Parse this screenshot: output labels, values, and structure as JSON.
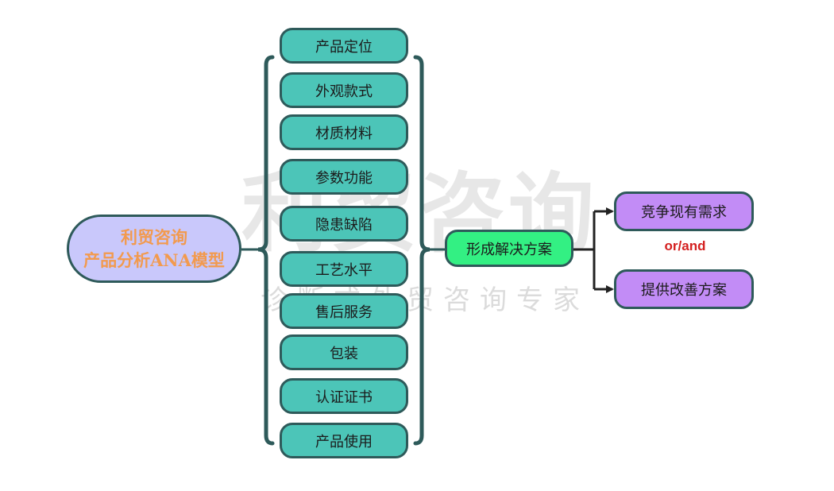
{
  "watermark": {
    "main": "利贸咨询",
    "sub": "诊断式外贸咨询专家"
  },
  "root": {
    "line1": "利贸咨询",
    "line2": "产品分析ANA模型"
  },
  "items": [
    "产品定位",
    "外观款式",
    "材质材料",
    "参数功能",
    "隐患缺陷",
    "工艺水平",
    "售后服务",
    "包装",
    "认证证书",
    "产品使用"
  ],
  "solution": "形成解决方案",
  "outcomes": [
    "竞争现有需求",
    "提供改善方案"
  ],
  "connector": "or/and",
  "colors": {
    "root_fill": "#c9c8fb",
    "root_text": "#f29a4e",
    "item_fill": "#4cc5b8",
    "solution_fill": "#33f083",
    "outcome_fill": "#c28cf6",
    "border": "#2e5a5a",
    "connector_text": "#d42020"
  }
}
